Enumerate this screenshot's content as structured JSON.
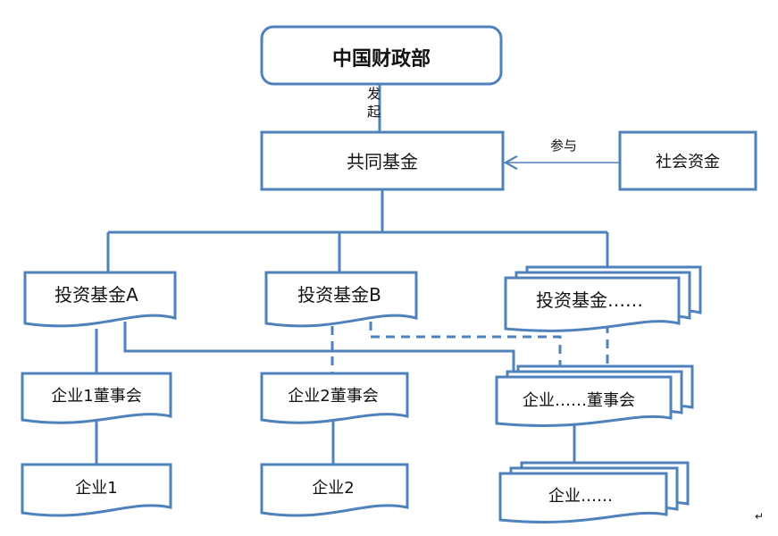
{
  "nodes": {
    "ministry": "中国财政部",
    "initiate_label": "发起",
    "joint_fund": "共同基金",
    "participate_label": "参与",
    "social_capital": "社会资金",
    "fund_a": "投资基金A",
    "fund_b": "投资基金B",
    "fund_more": "投资基金……",
    "board_1": "企业1董事会",
    "board_2": "企业2董事会",
    "board_more": "企业……董事会",
    "company_1": "企业1",
    "company_2": "企业2",
    "company_more": "企业……"
  },
  "misc": {
    "return_mark": "↵"
  },
  "colors": {
    "stroke": "#4f81bd",
    "text": "#111111",
    "background": "#ffffff"
  }
}
